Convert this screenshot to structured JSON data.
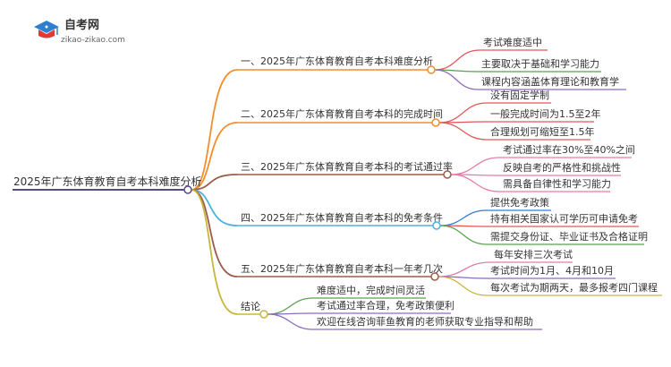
{
  "logo": {
    "name": "自考网",
    "url": "zikao-zikao.com",
    "icon": "graduation-cap-icon",
    "colors": {
      "red": "#e2383a",
      "blue": "#2f7fd0"
    }
  },
  "root": {
    "label": "2025年广东体育教育自考本科难度分析",
    "color": "#5b4a8a"
  },
  "branches": [
    {
      "label": "一、2025年广东体育教育自考本科难度分析",
      "color": "#f28e2b",
      "children": [
        "考试难度适中",
        "主要取决于基础和学习能力",
        "课程内容涵盖体育理论和教育学"
      ],
      "child_colors": [
        "#e15759",
        "#59a14f",
        "#8e6bbf"
      ]
    },
    {
      "label": "二、2025年广东体育教育自考本科的完成时间",
      "color": "#f28e2b",
      "children": [
        "没有固定学制",
        "一般完成时间为1.5至2年",
        "合理规划可缩短至1.5年"
      ],
      "child_colors": [
        "#e15759",
        "#e15759",
        "#e15759"
      ]
    },
    {
      "label": "三、2025年广东体育教育自考本科的考试通过率",
      "color": "#9c5c4b",
      "children": [
        "考试通过率在30%至40%之间",
        "反映自考的严格性和挑战性",
        "需具备自律性和学习能力"
      ],
      "child_colors": [
        "#e87aa8",
        "#e87aa8",
        "#e87aa8"
      ]
    },
    {
      "label": "四、2025年广东体育教育自考本科的免考条件",
      "color": "#4fb3d9",
      "children": [
        "提供免考政策",
        "持有相关国家认可学历可申请免考",
        "需提交身份证、毕业证书及合格证明"
      ],
      "child_colors": [
        "#2f7fd0",
        "#e15759",
        "#59a14f"
      ]
    },
    {
      "label": "五、2025年广东体育教育自考本科一年考几次",
      "color": "#9c5c4b",
      "children": [
        "每年安排三次考试",
        "考试时间为1月、4月和10月",
        "每次考试为期两天，最多报考四门课程"
      ],
      "child_colors": [
        "#e87aa8",
        "#8e6bbf",
        "#c9b53a"
      ]
    },
    {
      "label": "结论",
      "color": "#c9b53a",
      "children": [
        "难度适中，完成时间灵活",
        "考试通过率合理，免考政策便利",
        "欢迎在线咨询菲鱼教育的老师获取专业指导和帮助"
      ],
      "child_colors": [
        "#59a14f",
        "#8e6bbf",
        "#8e6bbf"
      ]
    }
  ]
}
